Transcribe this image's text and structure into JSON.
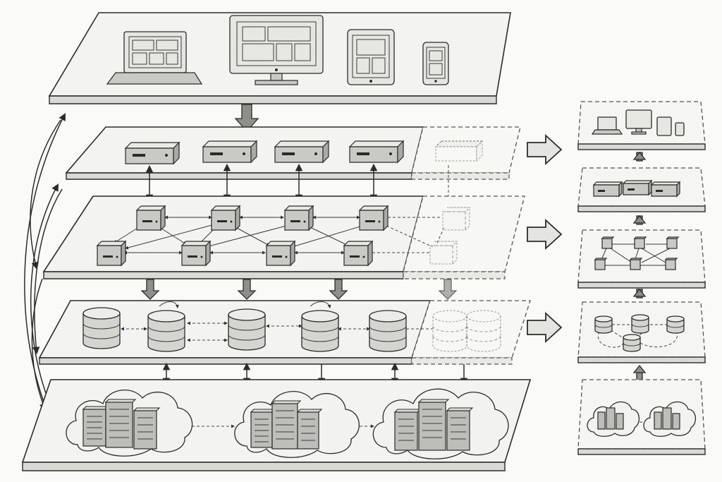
{
  "diagram": {
    "layers": [
      {
        "id": "client-devices",
        "devices": [
          "laptop",
          "desktop-monitor",
          "tablet",
          "smartphone"
        ]
      },
      {
        "id": "edge-gateways",
        "nodes": 4,
        "ghost_nodes": 1
      },
      {
        "id": "compute-mesh",
        "nodes": 8,
        "ghost_nodes": 2
      },
      {
        "id": "database-tier",
        "nodes": 5,
        "ghost_nodes": 2
      },
      {
        "id": "cloud-datacenters",
        "clusters": 3
      }
    ],
    "summary_panels": [
      "devices",
      "gateways",
      "mesh",
      "databases",
      "clouds"
    ],
    "icons": [
      "laptop-icon",
      "monitor-icon",
      "tablet-icon",
      "phone-icon",
      "server-box-icon",
      "node-cube-icon",
      "database-icon",
      "cloud-icon",
      "server-rack-icon",
      "arrow-right-icon"
    ],
    "colors": {
      "ink": "#2b2b2b",
      "paper": "#fafaf8",
      "shade": "#c9c9c5"
    }
  }
}
